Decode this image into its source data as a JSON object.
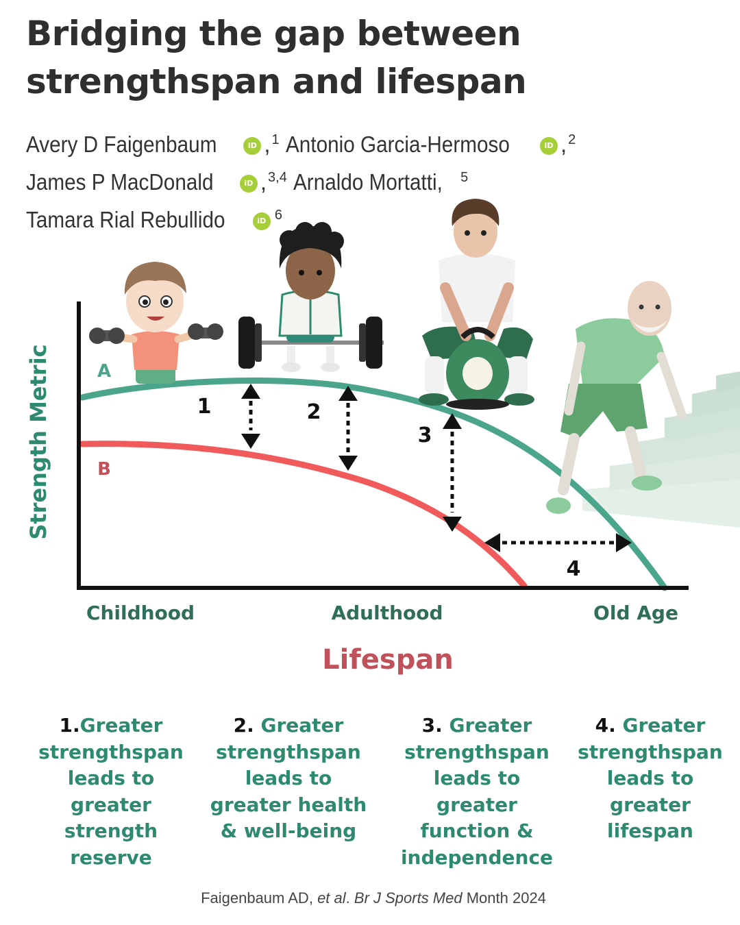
{
  "title": "Bridging the gap between strengthspan and lifespan",
  "orcid_label": "iD",
  "authors": [
    {
      "name": "Avery D Faigenbaum",
      "sup": "1"
    },
    {
      "name": "Antonio Garcia-Hermoso",
      "sup": "2"
    },
    {
      "name": "James P MacDonald",
      "sup": "3,4"
    },
    {
      "name": "Arnaldo Mortatti,",
      "sup": "5"
    },
    {
      "name": "Tamara Rial Rebullido",
      "sup": "6"
    }
  ],
  "diagram": {
    "y_axis_label": "Strength Metric",
    "x_axis_label": "Lifespan",
    "stages": [
      "Childhood",
      "Adulthood",
      "Old Age"
    ],
    "curves": [
      {
        "label": "A",
        "color": "#4aa58b"
      },
      {
        "label": "B",
        "color": "#f05a5a"
      }
    ],
    "gap_markers": [
      "1",
      "2",
      "3",
      "4"
    ],
    "figures": [
      "child-with-dumbbells",
      "boy-with-barbell",
      "man-with-kettlebell",
      "elderly-man-climbing-stairs"
    ]
  },
  "benefits": [
    {
      "num": "1.",
      "text": "Greater strengthspan leads to greater strength reserve"
    },
    {
      "num": "2.",
      "text": "Greater strengthspan leads to greater health & well-being"
    },
    {
      "num": "3.",
      "text": "Greater strengthspan leads to greater function & independence"
    },
    {
      "num": "4.",
      "text": "Greater strengthspan leads to greater lifespan"
    }
  ],
  "citation": {
    "authors": "Faigenbaum AD,",
    "etal": "et al",
    "journal": "Br J Sports Med",
    "date": "Month 2024"
  }
}
